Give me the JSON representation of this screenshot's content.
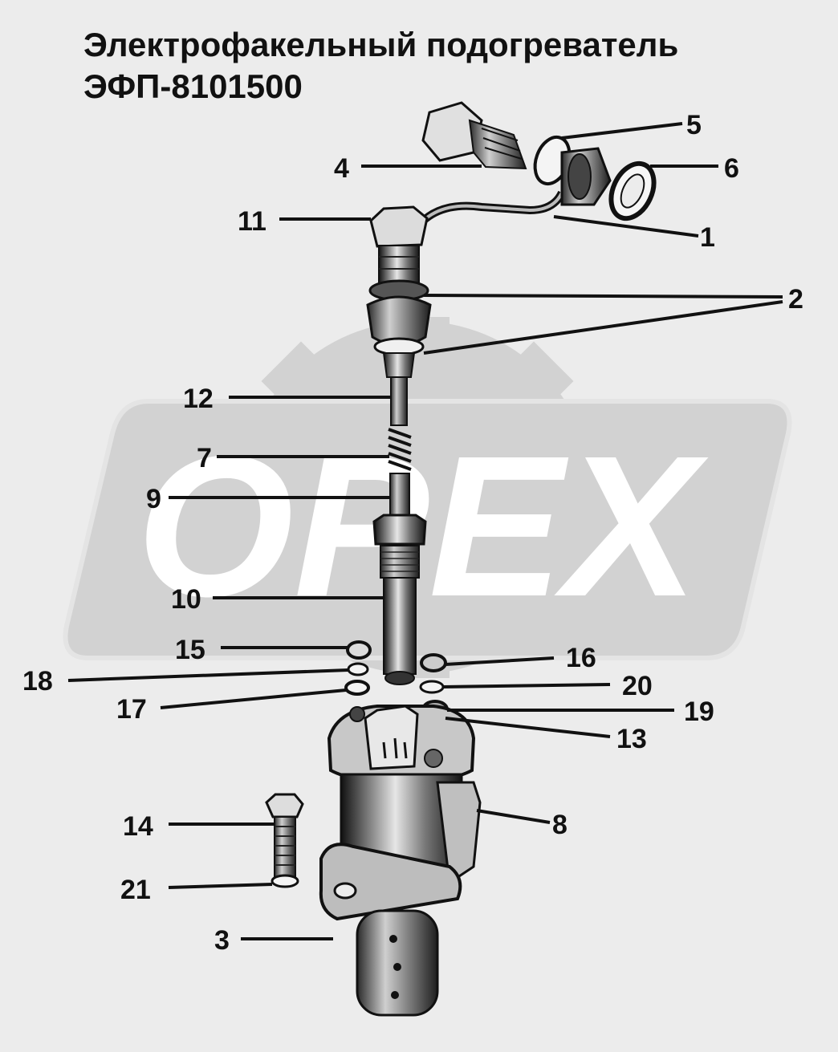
{
  "title": {
    "line1": "Электрофакельный подогреватель",
    "line2": "ЭФП-8101500"
  },
  "watermark": {
    "text": "OPEX"
  },
  "callouts": [
    {
      "id": "1",
      "label": "1"
    },
    {
      "id": "2",
      "label": "2"
    },
    {
      "id": "3",
      "label": "3"
    },
    {
      "id": "4",
      "label": "4"
    },
    {
      "id": "5",
      "label": "5"
    },
    {
      "id": "6",
      "label": "6"
    },
    {
      "id": "7",
      "label": "7"
    },
    {
      "id": "8",
      "label": "8"
    },
    {
      "id": "9",
      "label": "9"
    },
    {
      "id": "10",
      "label": "10"
    },
    {
      "id": "11",
      "label": "11"
    },
    {
      "id": "12",
      "label": "12"
    },
    {
      "id": "13",
      "label": "13"
    },
    {
      "id": "14",
      "label": "14"
    },
    {
      "id": "15",
      "label": "15"
    },
    {
      "id": "16",
      "label": "16"
    },
    {
      "id": "17",
      "label": "17"
    },
    {
      "id": "18",
      "label": "18"
    },
    {
      "id": "19",
      "label": "19"
    },
    {
      "id": "20",
      "label": "20"
    },
    {
      "id": "21",
      "label": "21"
    }
  ],
  "colors": {
    "background": "#ececec",
    "watermark": "#d2d2d2",
    "ink": "#111111"
  }
}
